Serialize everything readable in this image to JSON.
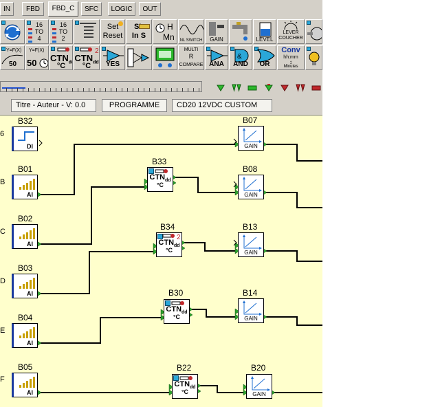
{
  "tabs": [
    {
      "id": "in",
      "label": "IN"
    },
    {
      "id": "fbd",
      "label": "FBD"
    },
    {
      "id": "fbd_c",
      "label": "FBD_C"
    },
    {
      "id": "sfc",
      "label": "SFC"
    },
    {
      "id": "logic",
      "label": "LOGIC"
    },
    {
      "id": "out",
      "label": "OUT"
    }
  ],
  "toolbar": {
    "row1": {
      "to4": {
        "top": "16",
        "mid": "TO",
        "bot": "4"
      },
      "to2": {
        "top": "16",
        "mid": "TO",
        "bot": "2"
      },
      "setreset": {
        "line1": "Set",
        "line2": "Reset"
      },
      "slinS": {
        "line1": "SL",
        "line2": "In  S"
      },
      "timer": {
        "line1": "H",
        "line2": "Mn"
      },
      "nlswitch": "NL SWITCH",
      "gain": "GAIN",
      "level": "LEVEL",
      "lever": {
        "line1": "LEVER",
        "line2": "COUCHER"
      }
    },
    "row2": {
      "yfx": "Y=F(X)",
      "fifty": "50",
      "yfx2": "Y=F(X)",
      "fifty2": "50",
      "ctn1": {
        "line1": "CTN",
        "sub": "dd",
        "line2": "°C"
      },
      "ctn2": {
        "line1": "CTN",
        "sub": "dd",
        "line2": "°C"
      },
      "yes": "YES",
      "multi": {
        "line1": "MULTI",
        "line2": "R",
        "line3": "COMPARE"
      },
      "ana": "ANA",
      "and": "AND",
      "or": "OR",
      "conv": {
        "line1": "Conv",
        "line2": "hh:mm",
        "line3": "Minutes"
      }
    }
  },
  "header_fields": {
    "title": "Titre - Auteur - V: 0.0",
    "program": "PROGRAMME",
    "device": "CD20  12VDC CUSTOM"
  },
  "left_edge_chars": [
    "6",
    "B",
    "C",
    "D",
    "E",
    "F"
  ],
  "inputs": [
    {
      "id": "B32",
      "type": "DI"
    },
    {
      "id": "B01",
      "type": "AI"
    },
    {
      "id": "B02",
      "type": "AI"
    },
    {
      "id": "B03",
      "type": "AI"
    },
    {
      "id": "B04",
      "type": "AI"
    },
    {
      "id": "B05",
      "type": "AI"
    }
  ],
  "ctn_blocks": [
    {
      "id": "B33",
      "label": "CTN",
      "sub": "dd",
      "unit": "°C"
    },
    {
      "id": "B34",
      "label": "CTN",
      "sub": "dd",
      "unit": "°C"
    },
    {
      "id": "B30",
      "label": "CTN",
      "sub": "dd",
      "unit": "°C"
    },
    {
      "id": "B22",
      "label": "CTN",
      "sub": "dd",
      "unit": "°C"
    }
  ],
  "gain_blocks": [
    {
      "id": "B07",
      "label": "GAIN"
    },
    {
      "id": "B08",
      "label": "GAIN"
    },
    {
      "id": "B13",
      "label": "GAIN"
    },
    {
      "id": "B14",
      "label": "GAIN"
    },
    {
      "id": "B20",
      "label": "GAIN"
    }
  ],
  "colors": {
    "canvas": "#ffffcc",
    "wire": "#000000",
    "port": "#2ca02c",
    "block_accent": "#2aa7d8",
    "ctn_red": "#c0282c",
    "toolbar": "#d4d0c8"
  }
}
